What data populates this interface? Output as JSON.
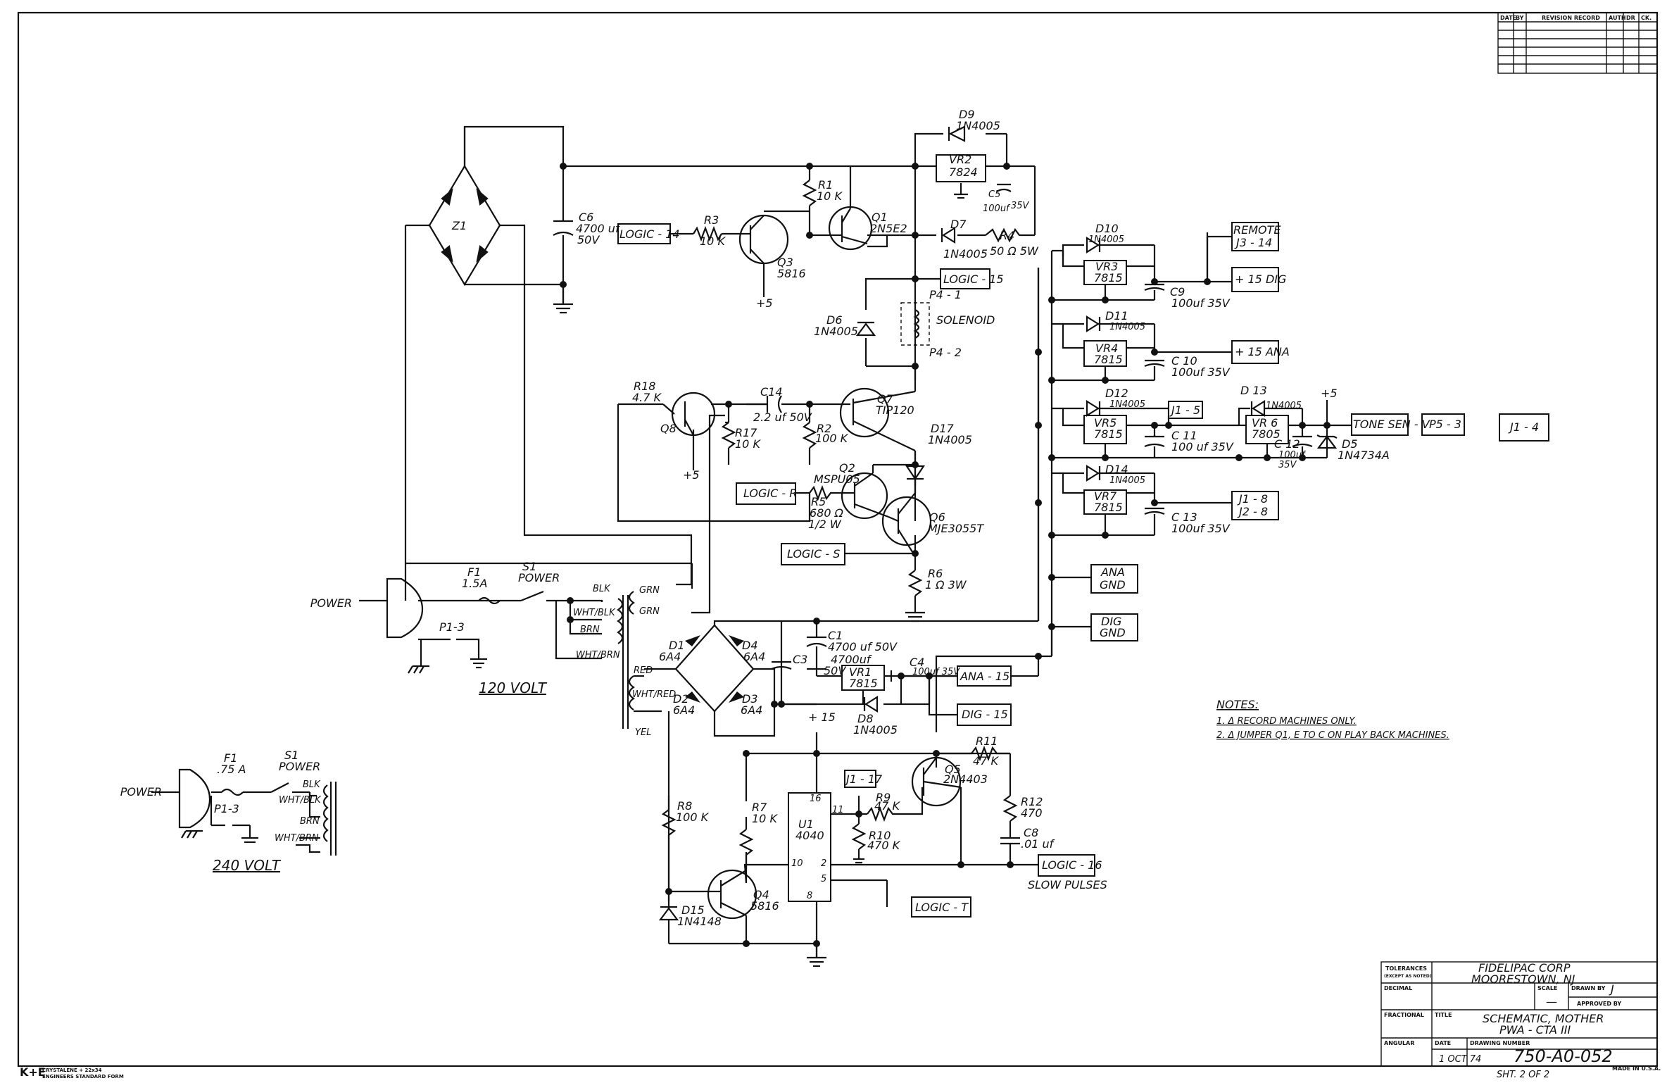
{
  "revision_table": {
    "headers": [
      "DATE",
      "BY",
      "REVISION RECORD",
      "AUTH",
      "DR",
      "CK."
    ]
  },
  "inputs": {
    "power": "POWER",
    "fuse_120": "F1",
    "fuse_120_value": "1.5A",
    "switch_120": "S1",
    "switch_120_name": "POWER",
    "plug_120": "P1-3",
    "label_120": "120 VOLT",
    "fuse_240": "F1",
    "fuse_240_value": ".75 A",
    "switch_240": "S1",
    "switch_240_name": "POWER",
    "plug_240": "P1-3",
    "label_240": "240 VOLT"
  },
  "wires": {
    "blk": "BLK",
    "wht_blk": "WHT/BLK",
    "brn": "BRN",
    "wht_brn": "WHT/BRN",
    "grn1": "GRN",
    "grn2": "GRN",
    "red": "RED",
    "wht_red": "WHT/RED",
    "yel": "YEL"
  },
  "components": {
    "z1": "Z1",
    "c6": "C6",
    "c6_v": "4700 uf",
    "c6_v2": "50V",
    "logic14": "LOGIC - 14",
    "r3": "R3",
    "r3_v": "10 K",
    "q3": "Q3",
    "q3_v": "5816",
    "plus5a": "+5",
    "r1": "R1",
    "r1_v": "10 K",
    "q1": "Q1",
    "q1_v": "2N5E2",
    "d9": "D9",
    "d9_v": "1N4005",
    "vr2": "VR2",
    "vr2_v": "7824",
    "c5": "C5",
    "c5_v": "100uf",
    "c5_v2": "35V",
    "d7": "D7",
    "d7_v": "1N4005",
    "r4": "R4",
    "r4_v": "50 Ω 5W",
    "logic15": "LOGIC - 15",
    "p4_1": "P4 - 1",
    "p4_2": "P4 - 2",
    "solenoid": "SOLENOID",
    "d6": "D6",
    "d6_v": "1N4005",
    "r18": "R18",
    "r18_v": "4.7 K",
    "q8": "Q8",
    "plus5b": "+5",
    "c14": "C14",
    "c14_v": "2.2 uf 50V",
    "r17": "R17",
    "r17_v": "10 K",
    "r2": "R2",
    "r2_v": "100 K",
    "q7": "Q7",
    "q7_v": "TIP120",
    "d17": "D17",
    "d17_v": "1N4005",
    "q2": "Q2",
    "q2_v": "MSPU05",
    "logic_r": "LOGIC - R",
    "r5": "R5",
    "r5_v": "680 Ω",
    "r5_v2": "1/2 W",
    "q6": "Q6",
    "q6_v": "MJE3055T",
    "logic_s": "LOGIC - S",
    "r6": "R6",
    "r6_v": "1 Ω 3W",
    "d10": "D10",
    "d10_v": "1N4005",
    "vr3": "VR3",
    "vr3_v": "7815",
    "c9": "C9",
    "c9_v": "100uf 35V",
    "remote": "REMOTE",
    "j3_14": "J3 - 14",
    "plus15dig": "+ 15 DIG",
    "d11": "D11",
    "d11_v": "1N4005",
    "vr4": "VR4",
    "vr4_v": "7815",
    "c10": "C 10",
    "c10_v": "100uf 35V",
    "plus15ana": "+ 15 ANA",
    "d12": "D12",
    "d12_v": "1N4005",
    "vr5": "VR5",
    "vr5_v": "7815",
    "j1_5": "J1 - 5",
    "d13": "D 13",
    "d13_v": "1N4005",
    "vr6": "VR 6",
    "vr6_v": "7805",
    "c11": "C 11",
    "c11_v": "100 uf 35V",
    "c12": "C 12",
    "c12_v": "100uf",
    "c12_v2": "35V",
    "plus5c": "+5",
    "d5": "D5",
    "d5_v": "1N4734A",
    "tone": "TONE SEN - V",
    "p5_3": "P5 - 3",
    "j1_4": "J1 - 4",
    "d14": "D14",
    "d14_v": "1N4005",
    "vr7": "VR7",
    "vr7_v": "7815",
    "c13": "C 13",
    "c13_v": "100uf 35V",
    "j1_8": "J1 - 8",
    "j2_8": "J2 - 8",
    "ana_gnd1": "ANA",
    "ana_gnd2": "GND",
    "dig_gnd1": "DIG",
    "dig_gnd2": "GND",
    "c1": "C1",
    "c1_v": "4700 uf 50V",
    "d1": "D1",
    "d1_v": "6A4",
    "d4": "D4",
    "d4_v": "6A4",
    "d2": "D2",
    "d2_v": "6A4",
    "d3": "D3",
    "d3_v": "6A4",
    "c3": "C3",
    "c3_v": "4700uf",
    "c3_v2": "50V",
    "vr1": "VR1",
    "vr1_v": "7815",
    "c4": "C4",
    "c4_v": "100uf 35V",
    "ana15": "ANA - 15",
    "dig15": "DIG - 15",
    "d8": "D8",
    "d8_v": "1N4005",
    "plus15": "+ 15",
    "r11": "R11",
    "r11_v": "47 K",
    "q5": "Q5",
    "q5_v": "2N4403",
    "j1_17": "J1 - 17",
    "r9": "R9",
    "r9_v": "47 K",
    "r10": "R10",
    "r10_v": "470 K",
    "r12": "R12",
    "r12_v": "470",
    "c8": "C8",
    "c8_v": ".01 uf",
    "logic16": "LOGIC - 16",
    "slow": "SLOW PULSES",
    "u1": "U1",
    "u1_v": "4040",
    "pin16": "16",
    "pin11": "11",
    "pin10": "10",
    "pin2": "2",
    "pin5": "5",
    "pin8": "8",
    "r8": "R8",
    "r8_v": "100 K",
    "r7": "R7",
    "r7_v": "10 K",
    "q4": "Q4",
    "q4_v": "5816",
    "d15": "D15",
    "d15_v": "1N4148",
    "logic_t": "LOGIC - T"
  },
  "notes": {
    "title": "NOTES:",
    "n1": "1. Δ  RECORD MACHINES ONLY.",
    "n2": "2. Δ  JUMPER Q1, E TO C ON PLAY BACK MACHINES."
  },
  "title_block": {
    "tolerances": "TOLERANCES",
    "except": "(EXCEPT AS NOTED)",
    "decimal": "DECIMAL",
    "fractional": "FRACTIONAL",
    "angular": "ANGULAR",
    "company": "FIDELIPAC CORP",
    "city": "MOORESTOWN, NJ",
    "scale": "SCALE",
    "scale_v": "—",
    "drawn_by": "DRAWN BY",
    "drawn_v": "J",
    "approved": "APPROVED BY",
    "title": "TITLE",
    "title_v1": "SCHEMATIC, MOTHER",
    "title_v2": "PWA - CTA III",
    "date": "DATE",
    "date_v": "1 OCT 74",
    "drawing_number": "DRAWING NUMBER",
    "drawing_v": "750-A0-052",
    "sheet": "SHT. 2 OF 2",
    "made": "MADE IN U.S.A.",
    "ke": "K+E",
    "ke1": "CRYSTALENE + 22x34",
    "ke2": "ENGINEERS STANDARD FORM"
  }
}
